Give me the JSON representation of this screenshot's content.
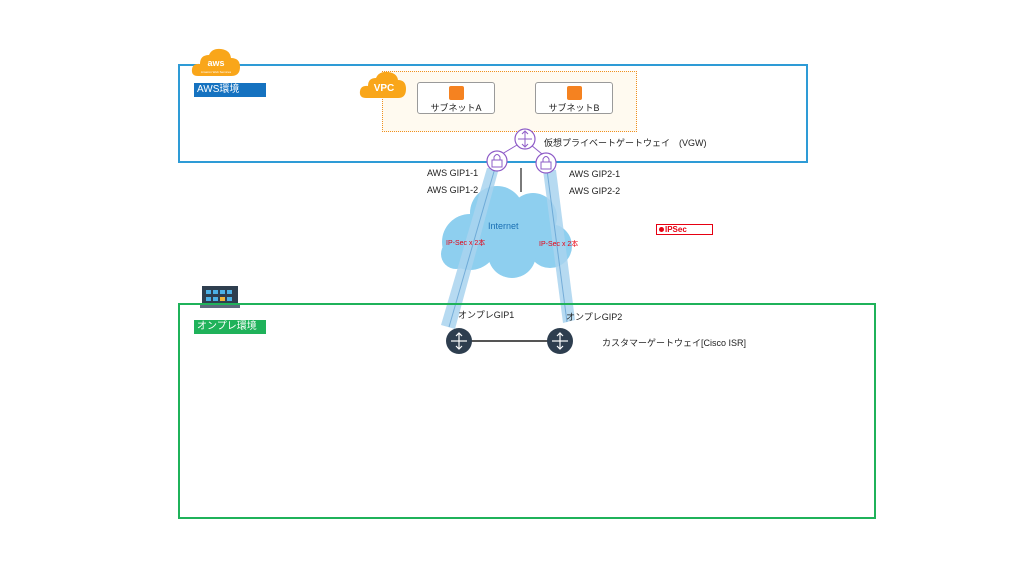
{
  "aws": {
    "logo_text": "aws",
    "logo_subtext": "Amazon Web Services",
    "env_label": "AWS環境",
    "vpc_label": "VPC",
    "subnet_a": "サブネットA",
    "subnet_b": "サブネットB",
    "vgw_label": "仮想プライベートゲートウェイ　(VGW)",
    "gip1_1": "AWS GIP1-1",
    "gip1_2": "AWS GIP1-2",
    "gip2_1": "AWS GIP2-1",
    "gip2_2": "AWS GIP2-2"
  },
  "internet": {
    "label": "Internet",
    "ipsec_left": "IP-Sec x 2本",
    "ipsec_right": "IP-Sec x 2本"
  },
  "legend": {
    "ipsec": "IPSec"
  },
  "onprem": {
    "env_label": "オンプレ環境",
    "gip1": "オンプレGIP1",
    "gip2": "オンプレGIP2",
    "cgw_label": "カスタマーゲートウェイ[Cisco ISR]"
  },
  "colors": {
    "aws_border": "#2e9bd6",
    "aws_label_bg": "#1572c0",
    "onprem_border": "#1fb25a",
    "vpc_border": "#f0901f",
    "subnet_icon": "#f58220",
    "cloud": "#8ecfef",
    "tunnel": "#a9d4ee",
    "ipsec_red": "#e60012",
    "router": "#2e3e4f",
    "lock_icon": "#8e5cc7"
  }
}
